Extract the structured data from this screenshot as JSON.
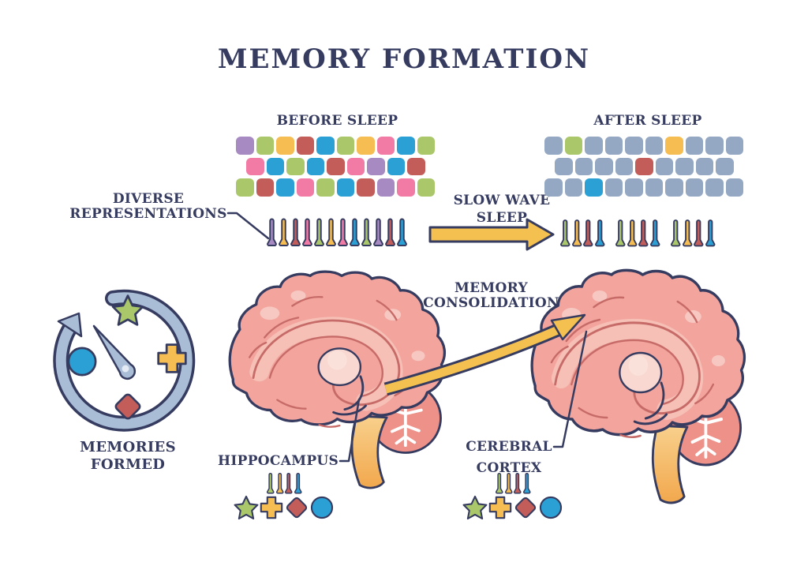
{
  "title": "MEMORY FORMATION",
  "colors": {
    "navy": "#363b60",
    "green": "#aac76a",
    "yellow": "#f5bd52",
    "red": "#c35d5a",
    "blue": "#2aa0d5",
    "pink": "#f27ba6",
    "purple": "#a78ac2",
    "gray": "#95a8c3",
    "ring": "#a9bdd6",
    "arrow_yellow": "#f4c150",
    "brain_pink": "#f2a49d"
  },
  "before_sleep": {
    "label": "BEFORE SLEEP",
    "grid": [
      [
        "purple",
        "green",
        "yellow",
        "red",
        "blue",
        "green",
        "yellow",
        "pink",
        "blue",
        "green"
      ],
      [
        "pink",
        "blue",
        "green",
        "blue",
        "red",
        "pink",
        "purple",
        "blue",
        "red"
      ],
      [
        "green",
        "red",
        "blue",
        "pink",
        "green",
        "blue",
        "red",
        "purple",
        "pink",
        "green"
      ]
    ],
    "pins": [
      "purple",
      "yellow",
      "red",
      "pink",
      "green",
      "yellow",
      "pink",
      "blue",
      "green",
      "purple",
      "red",
      "blue"
    ]
  },
  "after_sleep": {
    "label": "AFTER SLEEP",
    "grid": [
      [
        "gray",
        "green",
        "gray",
        "gray",
        "gray",
        "gray",
        "yellow",
        "gray",
        "gray",
        "gray"
      ],
      [
        "gray",
        "gray",
        "gray",
        "gray",
        "red",
        "gray",
        "gray",
        "gray",
        "gray"
      ],
      [
        "gray",
        "gray",
        "blue",
        "gray",
        "gray",
        "gray",
        "gray",
        "gray",
        "gray",
        "gray"
      ]
    ],
    "pin_groups": [
      [
        "green",
        "yellow",
        "red",
        "blue"
      ],
      [
        "green",
        "yellow",
        "red",
        "blue"
      ],
      [
        "green",
        "yellow",
        "red",
        "blue"
      ]
    ]
  },
  "labels": {
    "diverse_line1": "DIVERSE",
    "diverse_line2": "REPRESENTATIONS",
    "slow_wave_line1": "SLOW WAVE",
    "slow_wave_line2": "SLEEP",
    "memory_consolidation_line1": "MEMORY",
    "memory_consolidation_line2": "CONSOLIDATION",
    "memories_formed_line1": "MEMORIES",
    "memories_formed_line2": "FORMED",
    "hippocampus": "HIPPOCAMPUS",
    "cerebral_cortex_line1": "CEREBRAL",
    "cerebral_cortex_line2": "CORTEX"
  },
  "memory_icons": [
    {
      "shape": "star",
      "color": "green"
    },
    {
      "shape": "plus",
      "color": "yellow"
    },
    {
      "shape": "diamond",
      "color": "red"
    },
    {
      "shape": "circle",
      "color": "blue"
    }
  ],
  "region_pins": [
    "green",
    "yellow",
    "red",
    "blue"
  ]
}
